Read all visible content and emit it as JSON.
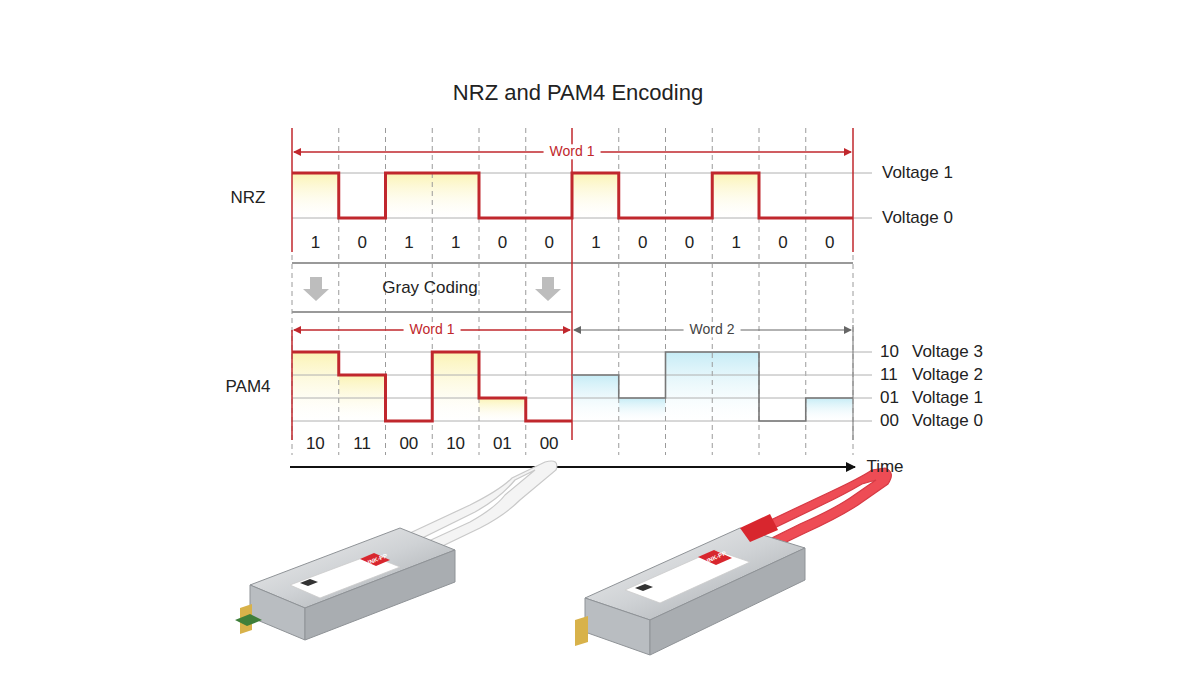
{
  "diagram": {
    "title": "NRZ and PAM4 Encoding",
    "labels": [
      "Word 1",
      "Voltage 1",
      "Voltage 0",
      "NRZ",
      "1",
      "0",
      "1",
      "1",
      "0",
      "0",
      "1",
      "0",
      "0",
      "1",
      "0",
      "0",
      "Gray Coding",
      "Word 1",
      "Word 2",
      "10",
      "Voltage 3",
      "11",
      "Voltage 2",
      "01",
      "Voltage 1",
      "00",
      "Voltage 0",
      "PAM4",
      "10",
      "11",
      "00",
      "10",
      "01",
      "00",
      "Time",
      "LINK-PP",
      "LINK-PP"
    ]
  }
}
